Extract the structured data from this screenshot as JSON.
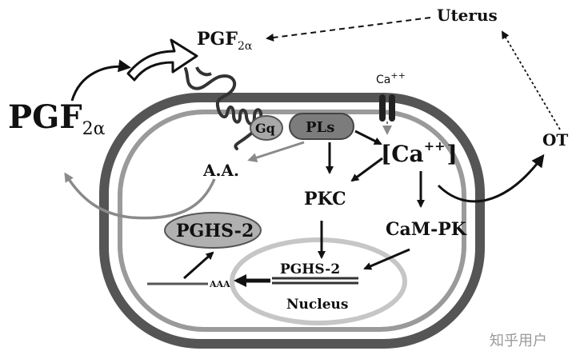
{
  "labels": {
    "pgf_outside_main": "PGF",
    "pgf_outside_sub": "2α",
    "pgf_receptor_main": "PGF",
    "pgf_receptor_sub": "2α",
    "uterus": "Uterus",
    "ot": "OT",
    "ca_channel_main": "Ca",
    "ca_channel_sup": "++",
    "gq": "Gq",
    "pls": "PLs",
    "ca_bracket_main": "[Ca",
    "ca_bracket_sup": "++",
    "ca_bracket_close": "]",
    "aa": "A.A.",
    "pkc": "PKC",
    "cam_pk": "CaM-PK",
    "pghs2_cyto": "PGHS-2",
    "pghs2_nucleus": "PGHS-2",
    "nucleus": "Nucleus",
    "aaa": "AAA",
    "watermark": "知乎用户"
  },
  "colors": {
    "ink": "#111111",
    "membrane": "#555555",
    "membrane_inner": "#9a9a9a",
    "gq_fill": "#a8a8a8",
    "pls_fill": "#7c7c7c",
    "pghs_fill": "#b0b0b0",
    "nucleus_stroke": "#c6c6c6",
    "gray_arrow": "#8a8a8a"
  }
}
